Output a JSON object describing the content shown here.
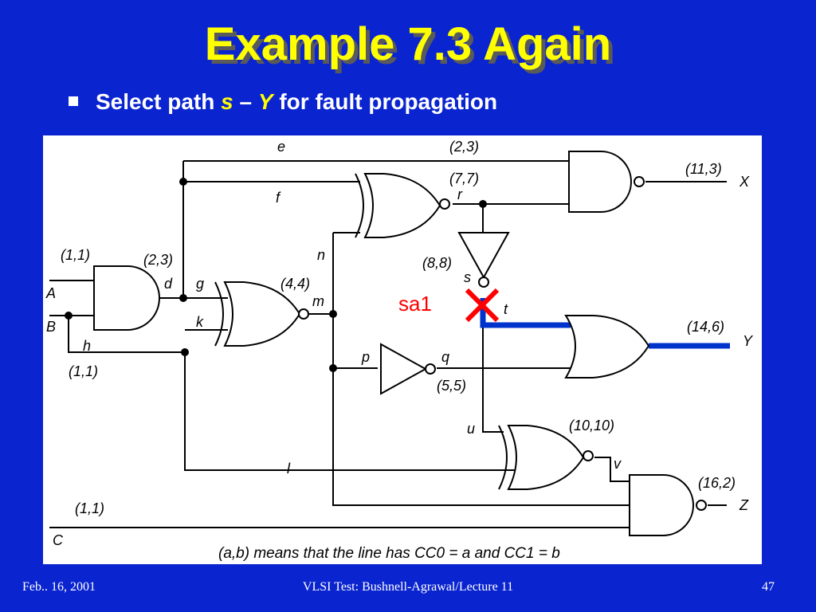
{
  "slide": {
    "title": "Example 7.3 Again",
    "bullet": {
      "prefix": "Select path ",
      "var1": "s",
      "dash": " – ",
      "var2": "Y",
      "suffix": " for fault propagation"
    }
  },
  "diagram": {
    "inputs": {
      "A": "A",
      "B": "B",
      "C": "C"
    },
    "outputs": {
      "X": "X",
      "Y": "Y",
      "Z": "Z"
    },
    "lines": {
      "d": "d",
      "e": "e",
      "f": "f",
      "g": "g",
      "h": "h",
      "k": "k",
      "l": "l",
      "m": "m",
      "n": "n",
      "p": "p",
      "q": "q",
      "r": "r",
      "s": "s",
      "t": "t",
      "u": "u",
      "v": "v"
    },
    "measures": {
      "A": "(1,1)",
      "B": "(1,1)",
      "C": "(1,1)",
      "d": "(2,3)",
      "e": "(2,3)",
      "r": "(7,7)",
      "m": "(4,4)",
      "s": "(8,8)",
      "q": "(5,5)",
      "v": "(10,10)",
      "X": "(11,3)",
      "Y": "(14,6)",
      "Z": "(16,2)"
    },
    "fault": "sa1",
    "legend": "(a,b) means that the line has CC0 = a and CC1 = b",
    "colors": {
      "fault": "#ff0000",
      "path": "#0033cc"
    }
  },
  "footer": {
    "date": "Feb.. 16, 2001",
    "course": "VLSI Test: Bushnell-Agrawal/Lecture 11",
    "page": "47"
  }
}
